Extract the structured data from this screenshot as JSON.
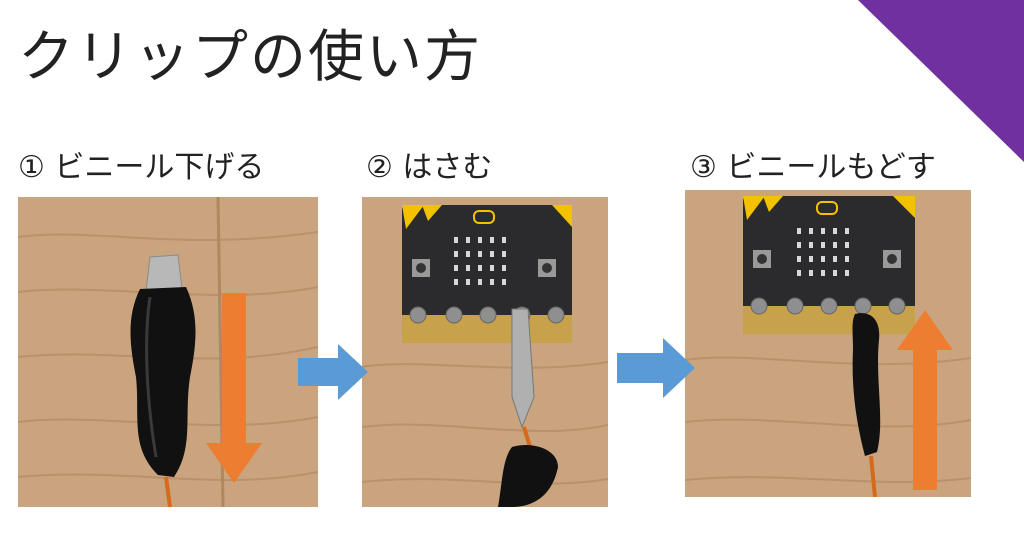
{
  "title": "クリップの使い方",
  "steps": [
    {
      "label": "① ビニール下げる"
    },
    {
      "label": "② はさむ"
    },
    {
      "label": "③ ビニールもどす"
    }
  ],
  "colors": {
    "corner_accent": "#7030a0",
    "flow_arrow": "#5b9bd5",
    "direction_arrow": "#ed7d31",
    "wood": "#c9a47e",
    "board": "#2b2b2e",
    "board_accent": "#f2c200",
    "clip_vinyl": "#111111"
  },
  "icons": {
    "flow_arrow": "right-arrow-icon",
    "down_arrow": "down-arrow-icon",
    "up_arrow": "up-arrow-icon"
  }
}
